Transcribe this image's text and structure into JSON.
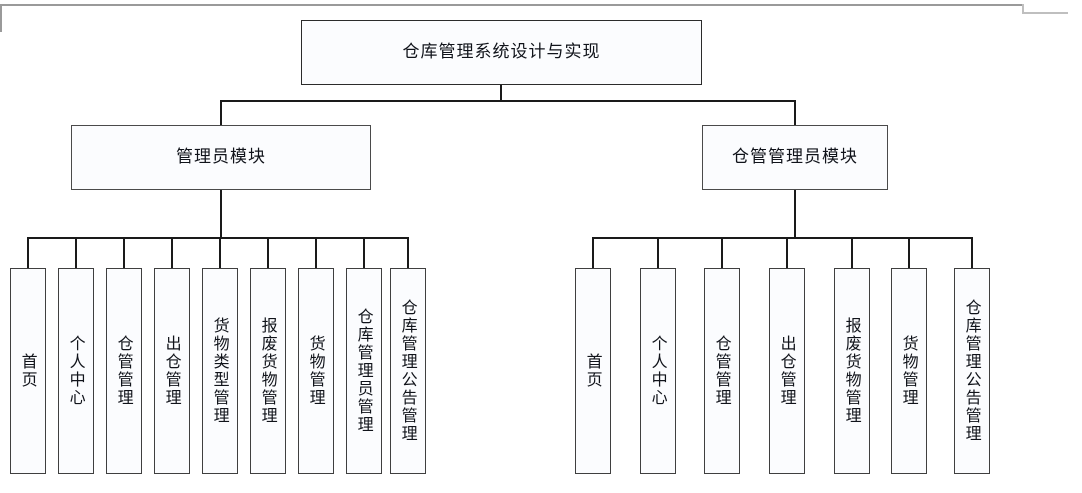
{
  "diagram": {
    "type": "tree-hierarchy",
    "title": "仓库管理系统设计与实现",
    "orientation": "top-down",
    "colors": {
      "box_border": "#3a3a3a",
      "box_fill": "#fbfcfe",
      "connector": "#1a1a1a",
      "text": "#10131a",
      "page_frame": "#9a9a9a"
    },
    "root": {
      "label": "仓库管理系统设计与实现"
    },
    "modules": [
      {
        "label": "管理员模块",
        "leaves": [
          {
            "label": "首页"
          },
          {
            "label": "个人中心"
          },
          {
            "label": "仓管管理"
          },
          {
            "label": "出仓管理"
          },
          {
            "label": "货物类型管理"
          },
          {
            "label": "报废货物管理"
          },
          {
            "label": "货物管理"
          },
          {
            "label": "仓库管理员管理"
          },
          {
            "label": "仓库管理公告管理"
          }
        ]
      },
      {
        "label": "仓管管理员模块",
        "leaves": [
          {
            "label": "首页"
          },
          {
            "label": "个人中心"
          },
          {
            "label": "仓管管理"
          },
          {
            "label": "出仓管理"
          },
          {
            "label": "报废货物管理"
          },
          {
            "label": "货物管理"
          },
          {
            "label": "仓库管理公告管理"
          }
        ]
      }
    ]
  }
}
